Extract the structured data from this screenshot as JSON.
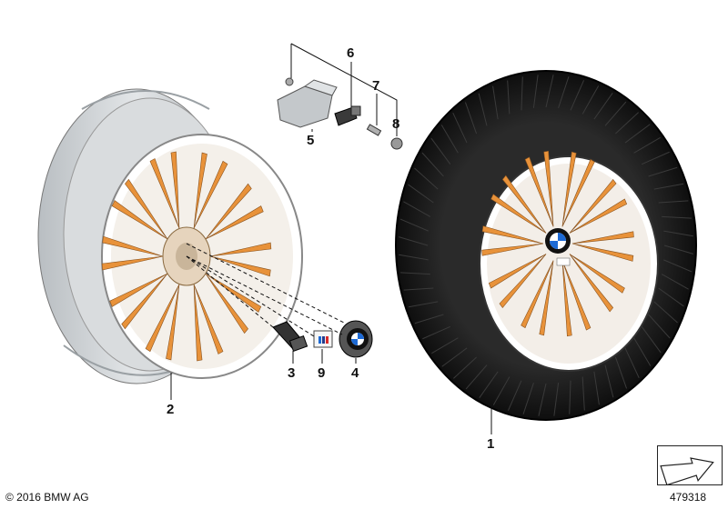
{
  "labels": {
    "l1": "1",
    "l2": "2",
    "l3": "3",
    "l4": "4",
    "l5": "5",
    "l6": "6",
    "l7": "7",
    "l8": "8",
    "l9": "9"
  },
  "copyright": "© 2016 BMW AG",
  "diagram_id": "479318",
  "colors": {
    "spoke_orange": "#e8923a",
    "barrel_grey": "#cfd3d6",
    "tire_black": "#1a1a1a",
    "line": "#111111"
  },
  "icons": {
    "nav": "arrow-icon"
  }
}
